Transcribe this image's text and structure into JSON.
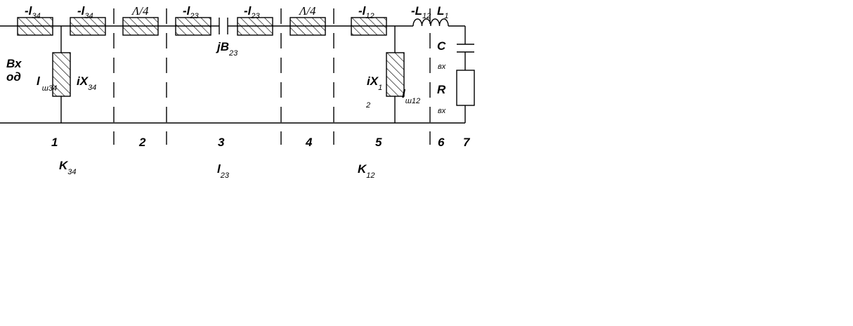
{
  "top_labels": [
    {
      "main": "-l",
      "sub": "34"
    },
    {
      "main": "-l",
      "sub": "34"
    },
    {
      "main": "Λ/4",
      "sub": ""
    },
    {
      "main": "-l",
      "sub": "23"
    },
    {
      "main": "-l",
      "sub": "23"
    },
    {
      "main": "Λ/4",
      "sub": ""
    },
    {
      "main": "-l",
      "sub": "12"
    },
    {
      "main": "-L",
      "sub": "12"
    },
    {
      "main": "L",
      "sub": "1"
    }
  ],
  "mid_labels": {
    "input_line1": "Вх",
    "input_line2": "од",
    "stub34_l_main": "l",
    "stub34_l_sub": "ш34",
    "stub34_x_main": "iX",
    "stub34_x_sub": "34",
    "jb_main": "jB",
    "jb_sub": "23",
    "stub12_x_main": "iX",
    "stub12_x_sub1": "1",
    "stub12_x_sub2": "2",
    "stub12_l_main": "l",
    "stub12_l_sub": "ш12",
    "c_main": "C",
    "c_sub": "вх",
    "r_main": "R",
    "r_sub": "вх"
  },
  "section_numbers": [
    "1",
    "2",
    "3",
    "4",
    "5",
    "6",
    "7"
  ],
  "bottom_labels": [
    {
      "main": "K",
      "sub": "34"
    },
    {
      "main": "l",
      "sub": "23"
    },
    {
      "main": "K",
      "sub": "12"
    }
  ]
}
